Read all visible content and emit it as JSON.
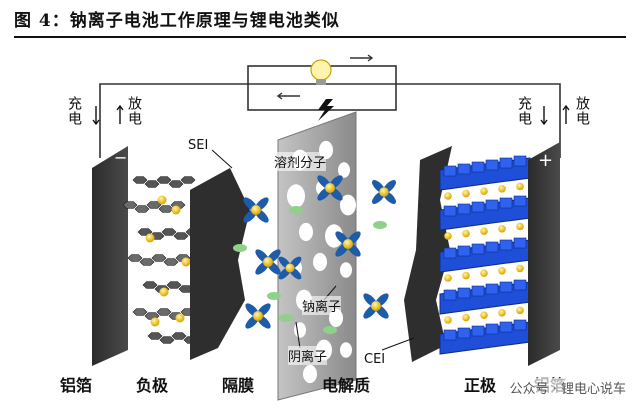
{
  "title": "图 4：钠离子电池工作原理与锂电池类似",
  "labels": {
    "charge_left": "充电",
    "discharge_left": "放电",
    "charge_right": "充电",
    "discharge_right": "放电",
    "sei": "SEI",
    "solvent": "溶剂分子",
    "sodium_ion": "钠离子",
    "anion": "阴离子",
    "cei": "CEI",
    "minus": "−",
    "plus": "+"
  },
  "bottom_labels": {
    "al_left": "铝箔",
    "anode": "负极",
    "separator": "隔膜",
    "electrolyte": "电解质",
    "cathode": "正极",
    "al_right": "铝箔"
  },
  "watermark": "公众号 · 锂电心说车",
  "colors": {
    "foil": "#3d3d3d",
    "anode_layers": "#555555",
    "separator": "#9a9a9a",
    "cathode": "#1f4fd8",
    "ion": "#f2c200",
    "solvent_arm": "#1e5ba8",
    "anion": "#8fd18a"
  }
}
